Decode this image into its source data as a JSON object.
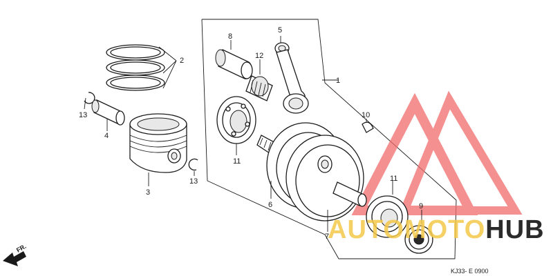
{
  "diagram": {
    "callouts": [
      "1",
      "2",
      "3",
      "4",
      "5",
      "6",
      "7",
      "8",
      "9",
      "10",
      "11",
      "11",
      "12",
      "13",
      "13"
    ],
    "front_label": "FR.",
    "drawing_code": "KJ33- E 0900"
  },
  "watermark": {
    "word_part1": "AUTOMOTO",
    "word_part2": "HUB",
    "color_primary": "#f4c84a",
    "color_logo": "#f26b6b",
    "color_dark": "#2b2b2b"
  }
}
